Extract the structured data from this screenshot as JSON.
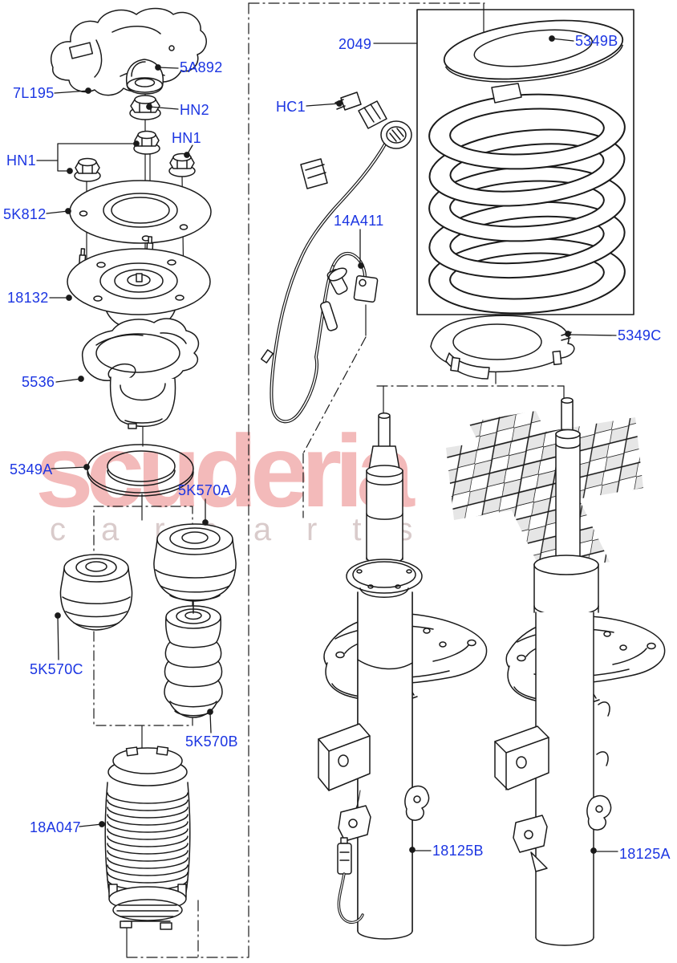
{
  "watermark": {
    "brand": "scuderia",
    "subtitle": "carparts"
  },
  "colors": {
    "label_blue": "#1b35e2",
    "line_black": "#1a1a1a",
    "watermark_pink": "#f3baba",
    "watermark_gray": "#d9cbcb",
    "flag_gray": "#e6e6e6"
  },
  "parts": {
    "cover": "7L195",
    "cap": "5A892",
    "nut_hn2": "HN2",
    "nut_hn1_right": "HN1",
    "nut_hn1_left": "HN1",
    "mounting_plate": "5K812",
    "top_mount": "18132",
    "upper_spring_seat": "5536",
    "bearing": "5349A",
    "bump_stop_a": "5K570A",
    "bump_stop_c": "5K570C",
    "bump_stop_b": "5K570B",
    "dust_cover": "18A047",
    "road_spring": "2049",
    "harness_clip": "HC1",
    "sensor_harness": "14A411",
    "spring_isolator_upper": "5349B",
    "spring_isolator_lower": "5349C",
    "strut_left": "18125B",
    "strut_right": "18125A"
  }
}
